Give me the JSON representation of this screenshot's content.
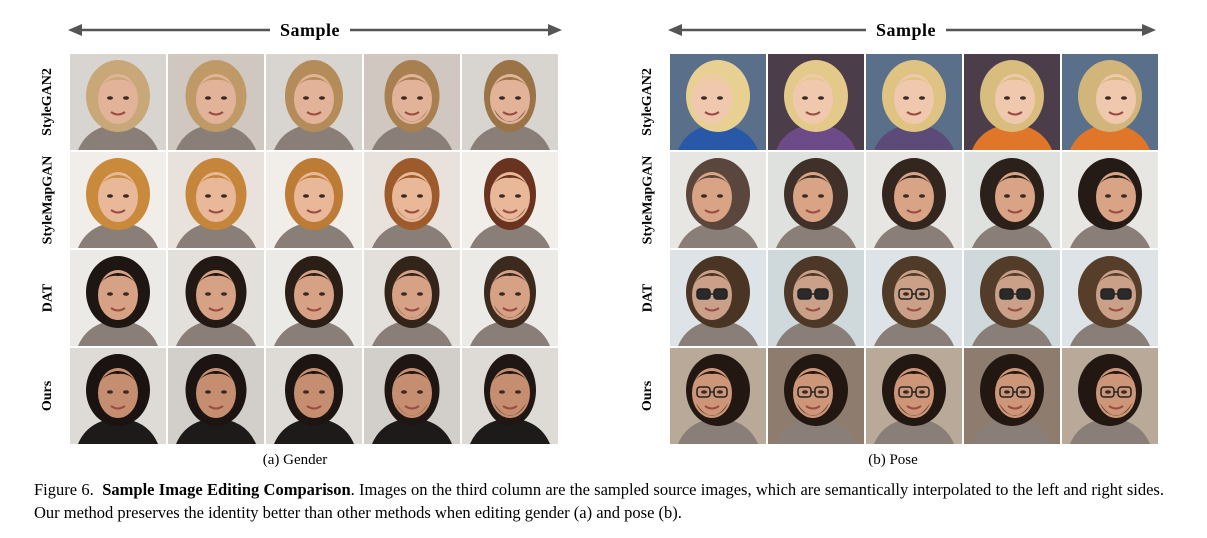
{
  "panels": [
    {
      "id": "a",
      "header": "Sample",
      "subcaption": "(a) Gender",
      "rows": [
        "StyleGAN2",
        "StyleMapGAN",
        "DAT",
        "Ours"
      ],
      "columns": 5
    },
    {
      "id": "b",
      "header": "Sample",
      "subcaption": "(b) Pose",
      "rows": [
        "StyleGAN2",
        "StyleMapGAN",
        "DAT",
        "Ours"
      ],
      "columns": 5
    }
  ],
  "caption": {
    "figure_label": "Figure 6.",
    "title": "Sample Image Editing Comparison",
    "body": ". Images on the third column are the sampled source images, which are semantically interpolated to the left and right sides. Our method preserves the identity better than other methods when editing gender (a) and pose (b)."
  },
  "colors": {
    "arrow": "#555555",
    "skin": "#d9a88a",
    "hair_blonde": "#c9a06a",
    "hair_dark": "#3a2a22",
    "bg_light": "#e8e4df"
  }
}
